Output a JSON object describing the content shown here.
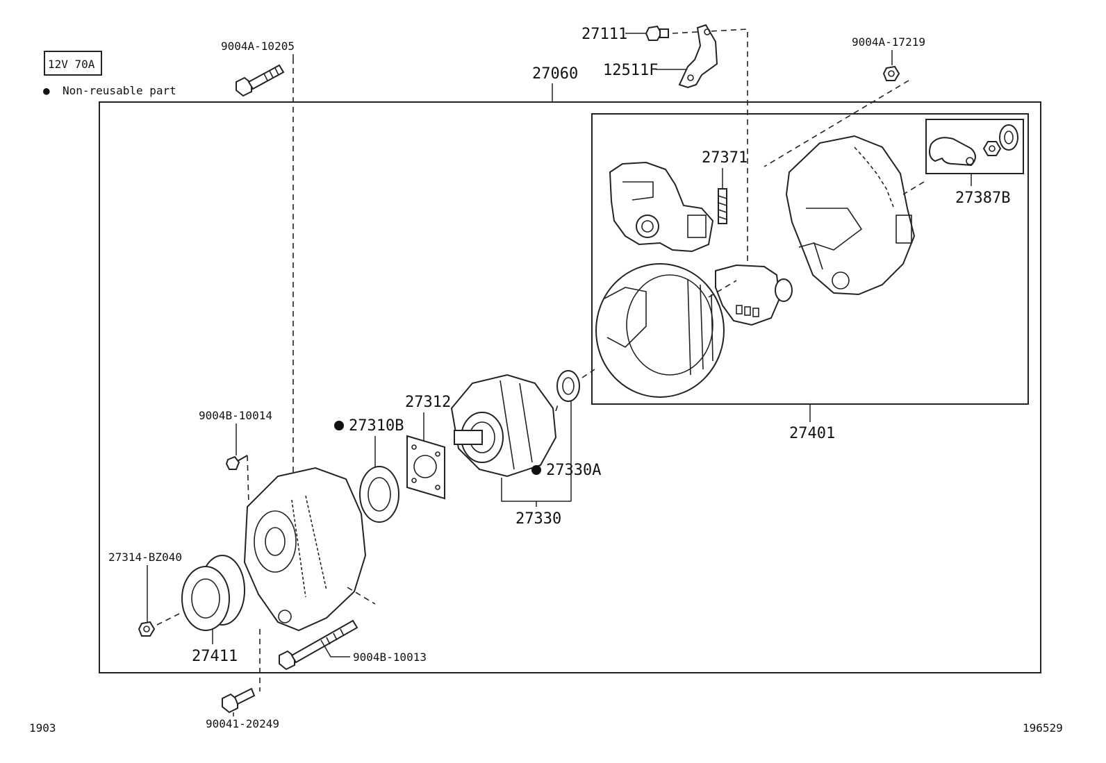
{
  "spec_box": "12V 70A",
  "legend": {
    "bullet": "●",
    "text": "Non-reusable part"
  },
  "footer": {
    "left": "1903",
    "right": "196529"
  },
  "parts": {
    "p27060": "27060",
    "p27401": "27401",
    "p9004A_10205": "9004A-10205",
    "p27111": "27111",
    "p12511F": "12511F",
    "p9004A_17219": "9004A-17219",
    "p27371": "27371",
    "p27387B": "27387B",
    "p27312": "27312",
    "p27310B": "27310B",
    "p27330A": "27330A",
    "p27330": "27330",
    "p9004B_10014": "9004B-10014",
    "p27314_BZ040": "27314-BZ040",
    "p27411": "27411",
    "p9004B_10013": "9004B-10013",
    "p90041_20249": "90041-20249"
  }
}
